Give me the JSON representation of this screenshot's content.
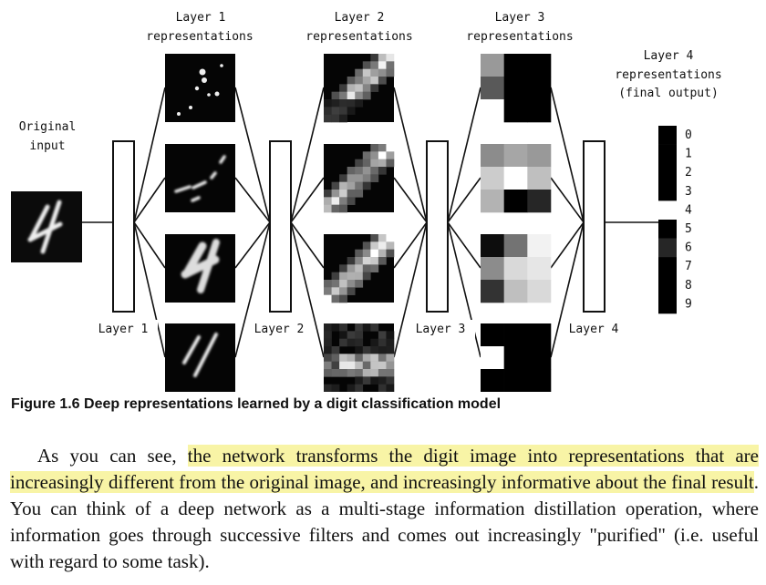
{
  "labels": {
    "original_input": [
      "Original",
      "input"
    ],
    "layer1_reps": [
      "Layer 1",
      "representations"
    ],
    "layer2_reps": [
      "Layer 2",
      "representations"
    ],
    "layer3_reps": [
      "Layer 3",
      "representations"
    ],
    "layer4_reps": [
      "Layer 4",
      "representations",
      "(final output)"
    ],
    "layer1": "Layer 1",
    "layer2": "Layer 2",
    "layer3": "Layer 3",
    "layer4": "Layer 4"
  },
  "output_digits": [
    "0",
    "1",
    "2",
    "3",
    "4",
    "5",
    "6",
    "7",
    "8",
    "9"
  ],
  "output_activations": [
    0,
    0,
    0,
    0,
    1,
    0,
    0.15,
    0,
    0,
    0
  ],
  "layer3_grids": [
    [
      [
        0.6,
        0,
        0
      ],
      [
        0.35,
        0,
        0
      ],
      [
        1,
        0,
        0
      ]
    ],
    [
      [
        0.55,
        0.65,
        0.6
      ],
      [
        0.8,
        1,
        0.75
      ],
      [
        0.7,
        0,
        0.15
      ]
    ],
    [
      [
        0.05,
        0.45,
        0.95
      ],
      [
        0.55,
        0.85,
        0.9
      ],
      [
        0.2,
        0.75,
        0.85
      ]
    ],
    [
      [
        0,
        0,
        0
      ],
      [
        1,
        0,
        0
      ],
      [
        0,
        0,
        0
      ]
    ]
  ],
  "caption": "Figure 1.6 Deep representations learned by a digit classification model",
  "paragraph": {
    "intro": "As you can see, ",
    "highlighted": "the network transforms the digit image into representations that are increasingly different from the original image, and increasingly informative about the final result",
    "rest": ". You can think of a deep network as a multi-stage information distillation operation, where information goes through successive filters and comes out increasingly \"purified\" (i.e. useful with regard to some task)."
  }
}
